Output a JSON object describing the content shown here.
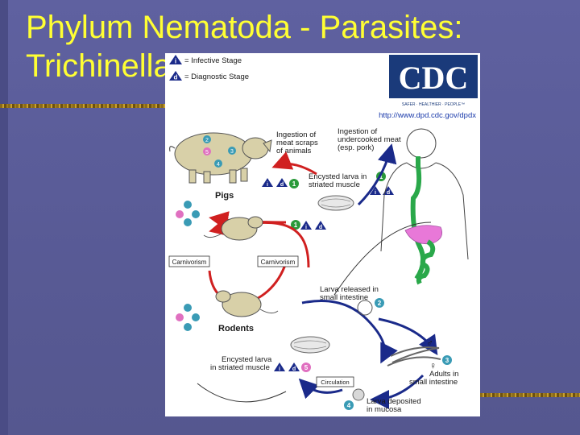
{
  "slide": {
    "title_line1": "Phylum Nematoda - Parasites:",
    "title_line2": "Trichinella"
  },
  "figure": {
    "legend": {
      "infective": "= Infective Stage",
      "diagnostic": "= Diagnostic Stage"
    },
    "logo": {
      "text": "CDC",
      "tagline": "SAFER · HEALTHIER · PEOPLE™"
    },
    "url": "http://www.dpd.cdc.gov/dpdx",
    "labels": {
      "ingestion_scraps_1": "Ingestion of",
      "ingestion_scraps_2": "meat scraps",
      "ingestion_scraps_3": "of animals",
      "ingestion_meat_1": "Ingestion of",
      "ingestion_meat_2": "undercooked meat",
      "ingestion_meat_3": "(esp. pork)",
      "encysted_top_1": "Encysted larva in",
      "encysted_top_2": "striated muscle",
      "pigs": "Pigs",
      "carnivorism_left": "Carnivorism",
      "carnivorism_right": "Carnivorism",
      "rodents": "Rodents",
      "larva_released_1": "Larva released in",
      "larva_released_2": "small intestine",
      "encysted_bottom_1": "Encysted larva",
      "encysted_bottom_2": "in striated muscle",
      "circulation": "Circulation",
      "adults_1": "Adults in",
      "adults_2": "small intestine",
      "larva_deposited_1": "Larva deposited",
      "larva_deposited_2": "in mucosa"
    },
    "stage_marks": {
      "i": "i",
      "d": "d"
    },
    "stage_numbers": [
      "1",
      "2",
      "3",
      "4",
      "5"
    ],
    "sex_symbols": {
      "male": "♂",
      "female": "♀"
    }
  },
  "colors": {
    "background": "#5c5e9a",
    "title": "#ffff33",
    "cycle_arrow": "#1a2a8a",
    "stage_teal": "#3a9bb5",
    "stage_pink": "#e070c0",
    "stage_green": "#2a9a3a",
    "digestive_green": "#2aa84a",
    "liver_pink": "#e878d8"
  }
}
